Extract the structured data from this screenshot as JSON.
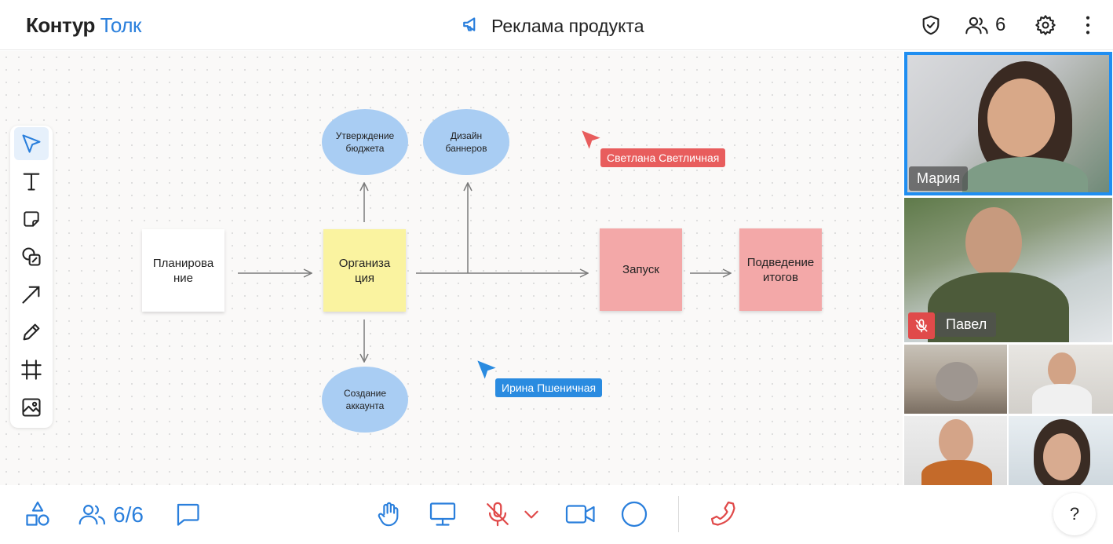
{
  "app": {
    "logo_part1": "Контур",
    "logo_part2": "Толк"
  },
  "header": {
    "title": "Реклама продукта",
    "participants_count": "6"
  },
  "board": {
    "stickies": [
      {
        "label": "Планирова\nние",
        "color": "#ffffff"
      },
      {
        "label": "Организа\nция",
        "color": "#faf3a0"
      },
      {
        "label": "Запуск",
        "color": "#f3a8a8"
      },
      {
        "label": "Подведение\nитогов",
        "color": "#f3a8a8"
      }
    ],
    "ovals": [
      {
        "label": "Утверждение\nбюджета"
      },
      {
        "label": "Дизайн\nбаннеров"
      },
      {
        "label": "Создание\nаккаунта"
      }
    ],
    "cursors": [
      {
        "name": "Светлана Светличная",
        "color": "#e85d5d"
      },
      {
        "name": "Ирина Пшеничная",
        "color": "#2a8be0"
      }
    ]
  },
  "toolbar": {
    "tools": [
      "select-icon",
      "text-icon",
      "sticky-note-icon",
      "shapes-icon",
      "arrow-icon",
      "pencil-icon",
      "frame-icon",
      "image-icon"
    ]
  },
  "videos": {
    "participants": [
      {
        "name": "Мария",
        "active_speaker": true,
        "muted": false
      },
      {
        "name": "Павел",
        "active_speaker": false,
        "muted": true
      }
    ]
  },
  "bottom_bar": {
    "participants_label": "6/6",
    "help_label": "?"
  },
  "colors": {
    "accent": "#2a7fdc",
    "danger": "#e04a4a"
  }
}
